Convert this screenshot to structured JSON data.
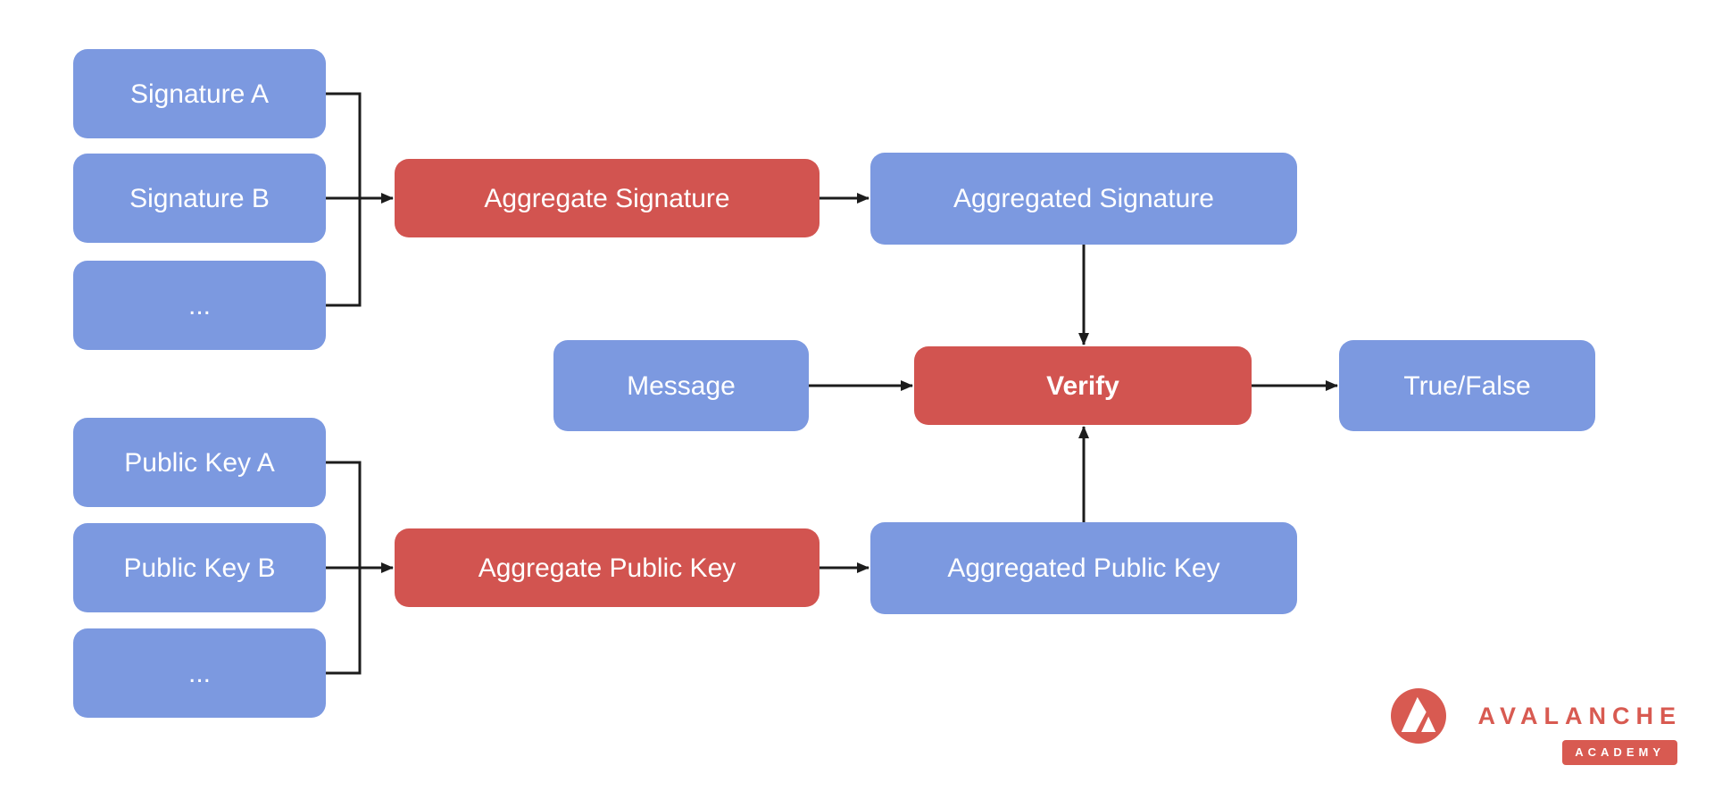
{
  "diagram": {
    "signature_inputs": [
      {
        "label": "Signature A"
      },
      {
        "label": "Signature B"
      },
      {
        "label": "..."
      }
    ],
    "public_key_inputs": [
      {
        "label": "Public Key A"
      },
      {
        "label": "Public Key B"
      },
      {
        "label": "..."
      }
    ],
    "aggregate_signature": {
      "label": "Aggregate Signature"
    },
    "aggregated_signature": {
      "label": "Aggregated Signature"
    },
    "aggregate_public_key": {
      "label": "Aggregate Public Key"
    },
    "aggregated_public_key": {
      "label": "Aggregated Public Key"
    },
    "message": {
      "label": "Message"
    },
    "verify": {
      "label": "Verify"
    },
    "result": {
      "label": "True/False"
    },
    "colors": {
      "input_output_box": "#7C99E0",
      "process_box": "#D25450",
      "arrow": "#1C1C1C",
      "box_text": "#FFFFFF",
      "background": "#FFFFFF",
      "brand_red": "#D85A51"
    }
  },
  "branding": {
    "wordmark": "AVALANCHE",
    "badge": "ACADEMY"
  }
}
